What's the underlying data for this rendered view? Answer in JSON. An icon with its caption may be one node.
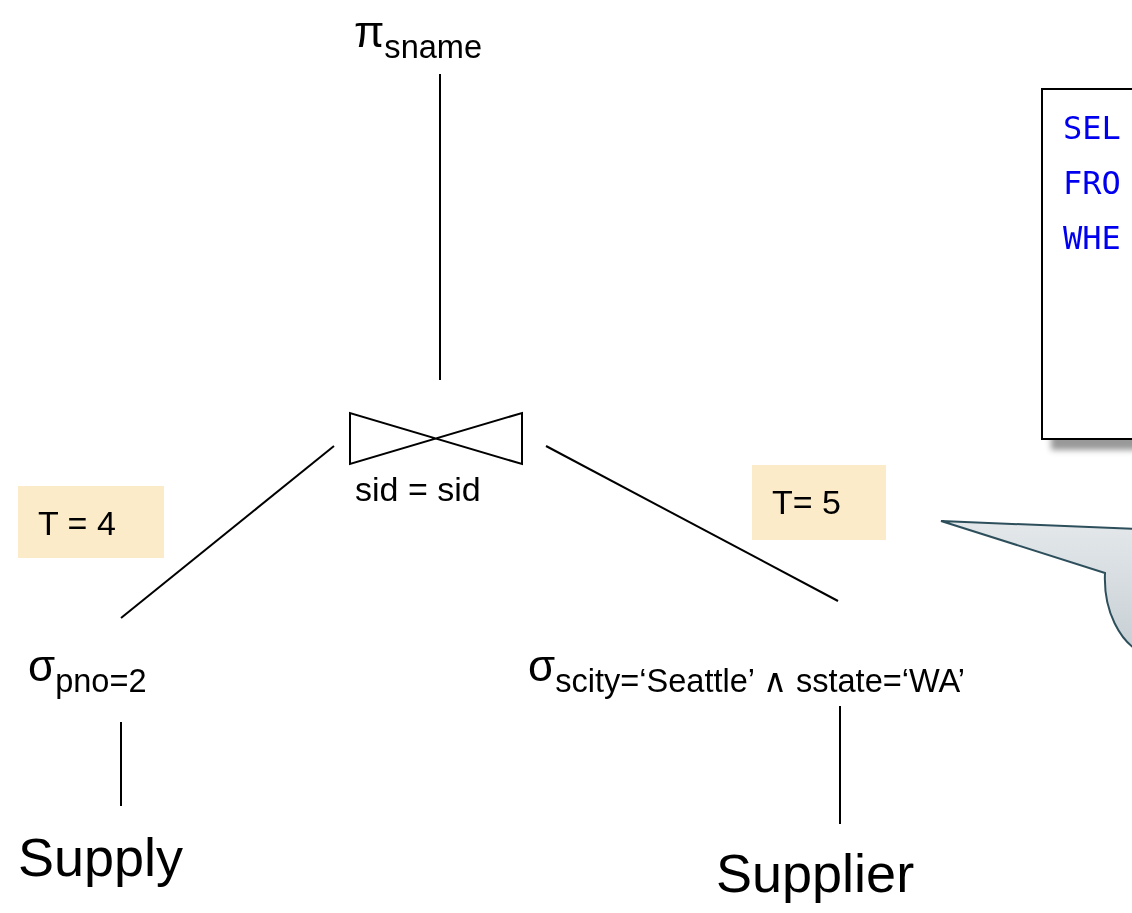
{
  "diagram": {
    "nodes": [
      {
        "text": [
          "π$_{sname}$"
        ]
      },
      {
        "text": [
          "SEL",
          "FRO",
          "WHE"
        ]
      },
      {
        "text": [
          "sid = sid"
        ]
      },
      {
        "text": [
          "T = 4"
        ]
      },
      {
        "text": [
          "T= 5"
        ]
      },
      {
        "text": [],
        "shape": "callout"
      },
      {
        "text": [
          "σ$_{pno=2}$"
        ]
      },
      {
        "text": [
          "σ$_{scity=‘Seattle’ ∧ sstate=‘WA’}$"
        ]
      },
      {
        "text": [
          "Supply"
        ]
      },
      {
        "text": [
          "Supplier"
        ]
      }
    ],
    "edges": [
      {
        "from": 0,
        "to": 2,
        "arrow": "none"
      },
      {
        "from": 2,
        "to": 6,
        "arrow": "none"
      },
      {
        "from": 2,
        "to": 7,
        "arrow": "none"
      },
      {
        "from": 6,
        "to": 8,
        "arrow": "none"
      },
      {
        "from": 7,
        "to": 9,
        "arrow": "none"
      }
    ]
  }
}
